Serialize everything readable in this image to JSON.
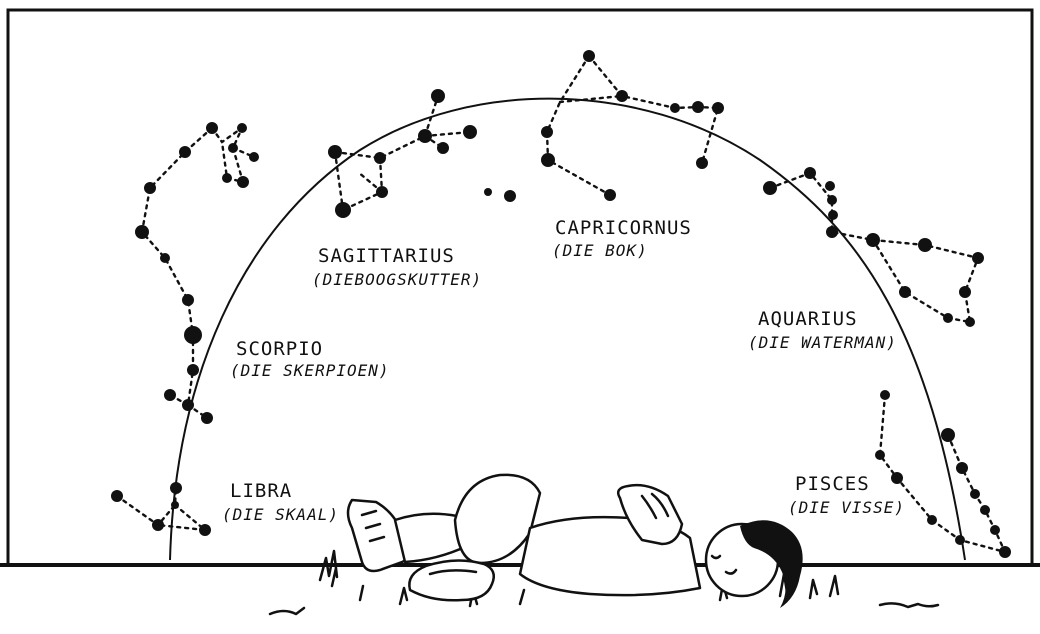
{
  "constellations": {
    "libra": {
      "name": "LIBRA",
      "local_name": "(DIE SKAAL)"
    },
    "scorpio": {
      "name": "SCORPIO",
      "local_name": "(DIE SKERPIOEN)"
    },
    "sagittarius": {
      "name": "SAGITTARIUS",
      "local_name": "(DIEBOOGSKUTTER)"
    },
    "capricornus": {
      "name": "CAPRICORNUS",
      "local_name": "(DIE BOK)"
    },
    "aquarius": {
      "name": "AQUARIUS",
      "local_name": "(DIE WATERMAN)"
    },
    "pisces": {
      "name": "PISCES",
      "local_name": "(DIE VISSE)"
    }
  },
  "colors": {
    "ink": "#111111",
    "paper": "#ffffff"
  }
}
